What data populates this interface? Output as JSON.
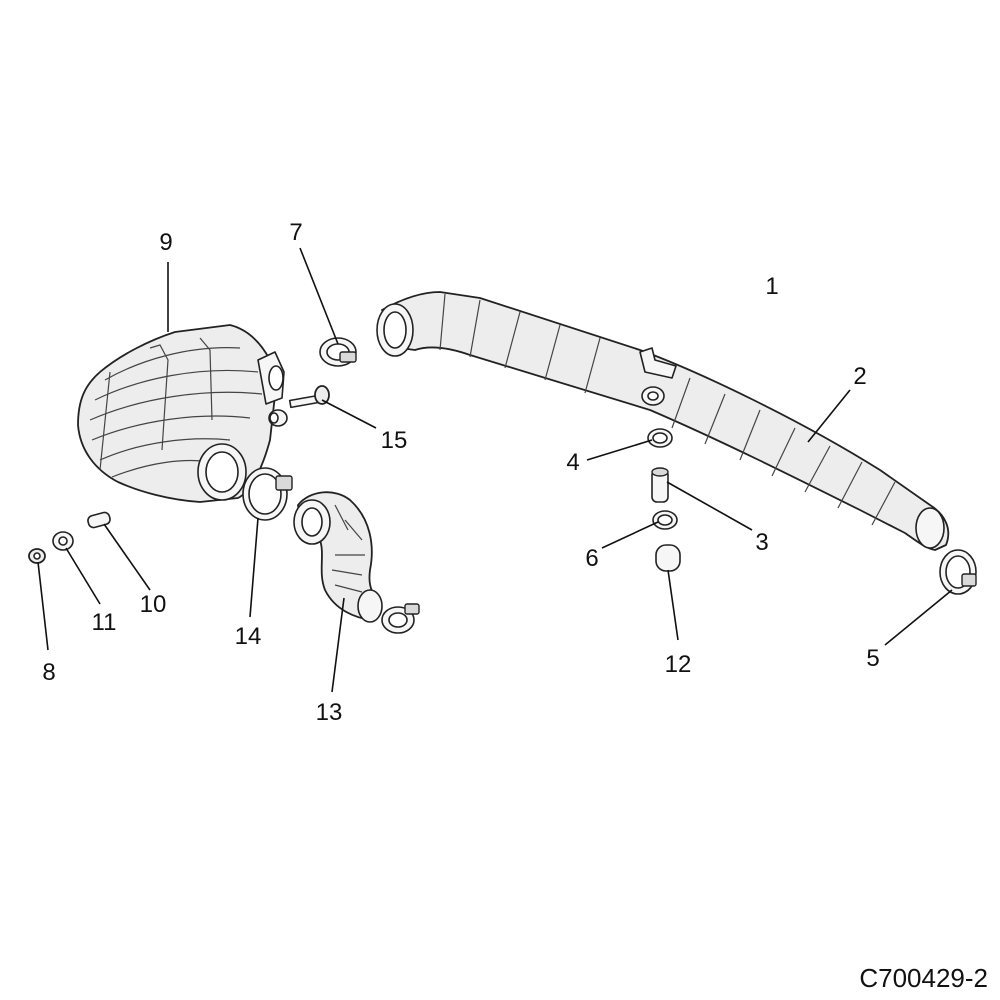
{
  "figure_id": "C700429-2",
  "callouts": [
    "1",
    "2",
    "3",
    "4",
    "5",
    "6",
    "7",
    "8",
    "9",
    "10",
    "11",
    "12",
    "13",
    "14",
    "15"
  ],
  "colors": {
    "ink": "#111111",
    "part_fill": "#ededed",
    "background": "#ffffff"
  }
}
